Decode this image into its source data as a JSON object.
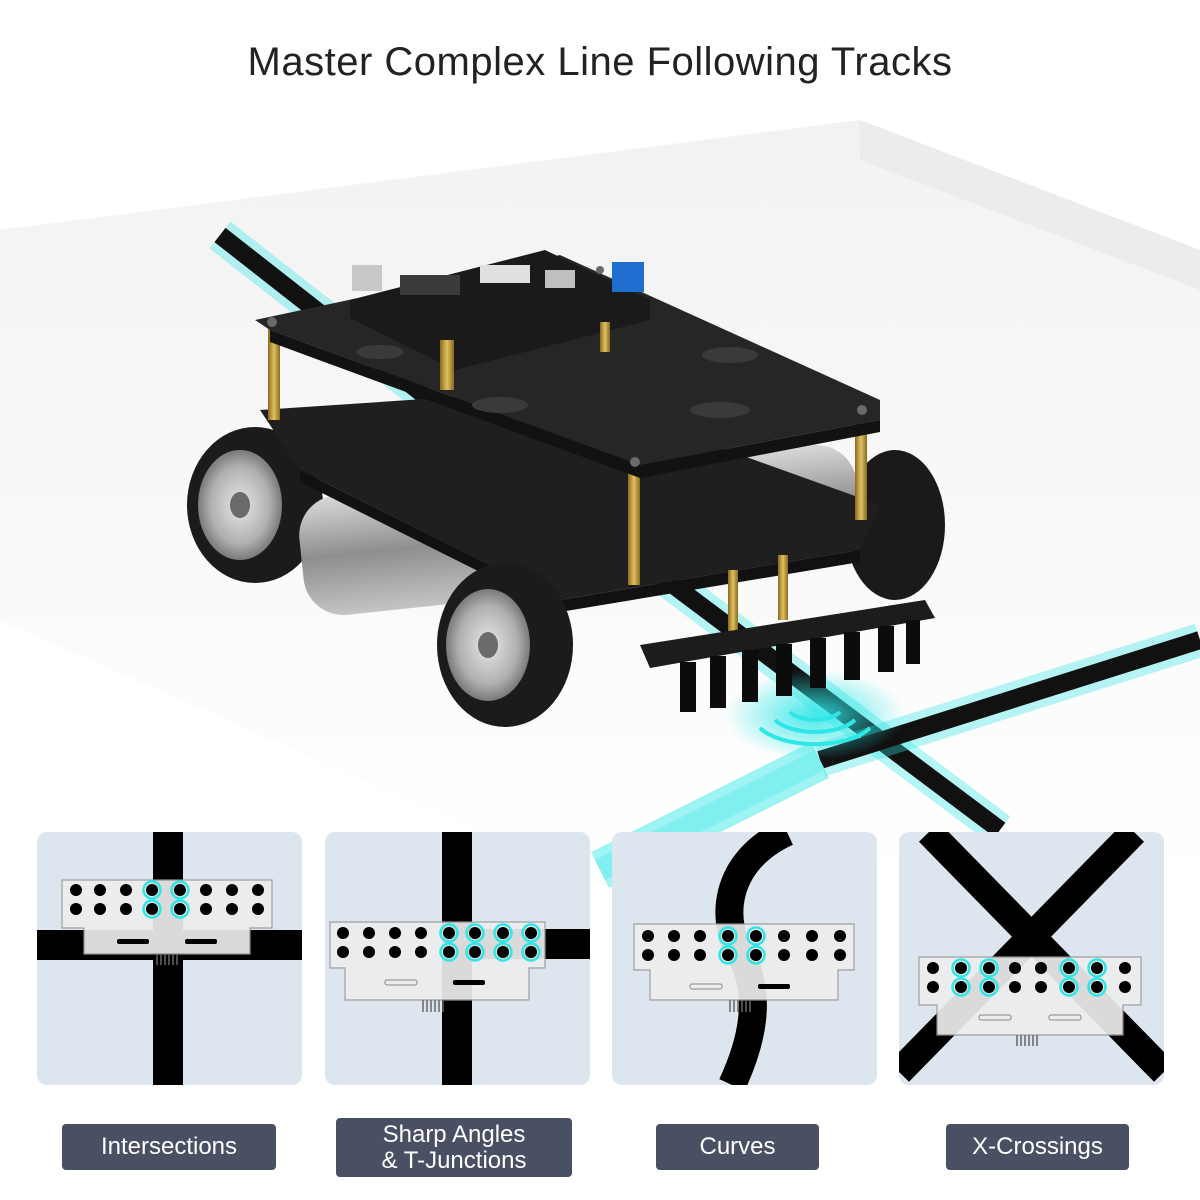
{
  "headline": "Master Complex Line Following Tracks",
  "track_types": [
    {
      "id": "intersections",
      "label": "Intersections"
    },
    {
      "id": "sharp-angles",
      "label": "Sharp Angles\n& T-Junctions"
    },
    {
      "id": "curves",
      "label": "Curves"
    },
    {
      "id": "x-crossings",
      "label": "X-Crossings"
    }
  ],
  "colors": {
    "headline_text": "#222222",
    "panel_bg": "#dde6ee",
    "label_bg": "#4a5063",
    "label_text": "#ffffff",
    "track_line": "#000000",
    "sensor_glow": "#2ee6e6",
    "chassis": "#1e1e1e"
  }
}
